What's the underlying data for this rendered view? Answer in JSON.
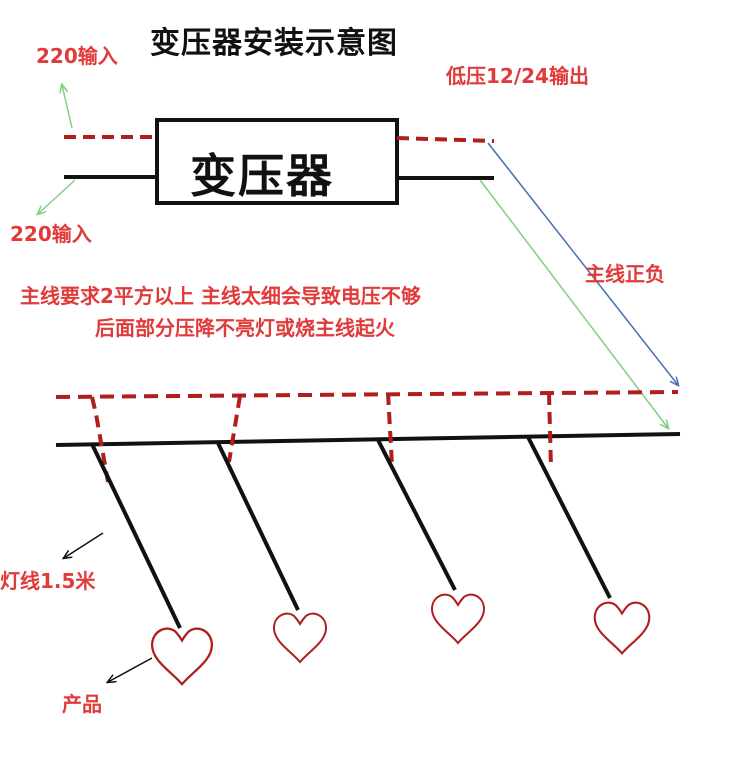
{
  "title": "变压器安装示意图",
  "transformer_label": "变压器",
  "labels": {
    "input_top": "220输入",
    "input_bottom": "220输入",
    "output": "低压12/24输出",
    "main_line_polarity": "主线正负",
    "note_line1": "主线要求2平方以上 主线太细会导致电压不够",
    "note_line2": "后面部分压降不亮灯或烧主线起火",
    "lamp_wire": "灯线1.5米",
    "product": "产品"
  },
  "colors": {
    "label_red": "#e03a3a",
    "dashed_wire": "#b01e1e",
    "solid_wire": "#111111",
    "arrow_green": "#7fd07f",
    "arrow_blue": "#4a6fb0"
  },
  "product_count": 4,
  "icons": [
    "heart-icon"
  ]
}
